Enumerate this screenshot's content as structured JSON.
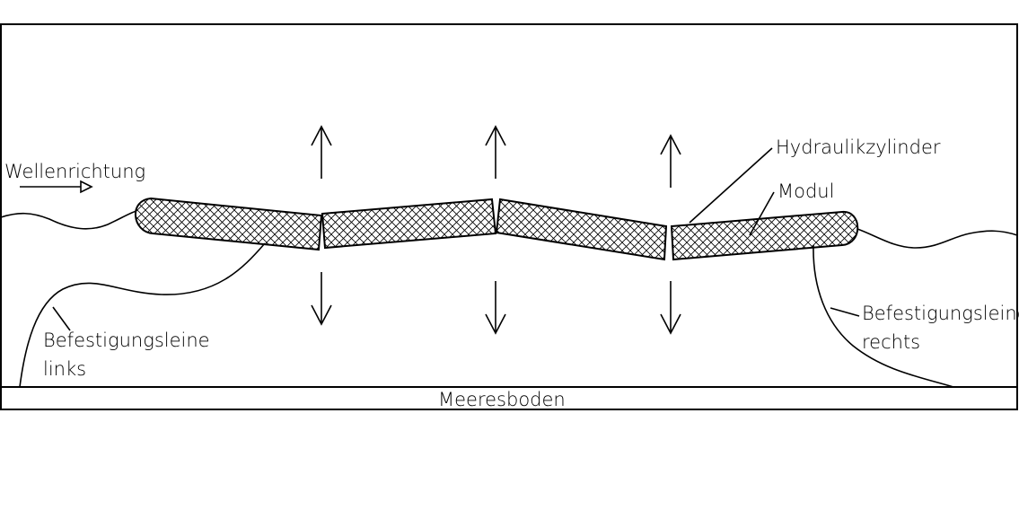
{
  "diagram": {
    "labels": {
      "wave_direction": "Wellenrichtung",
      "hydraulic_cylinder": "Hydraulikzylinder",
      "module": "Modul",
      "mooring_left_line1": "Befestigungsleine",
      "mooring_left_line2": "links",
      "mooring_right_line1": "Befestigungsleine",
      "mooring_right_line2": "rechts",
      "seabed": "Meeresboden"
    },
    "colors": {
      "line": "#000000",
      "background": "#ffffff"
    },
    "icons": [
      "arrow-up-icon",
      "arrow-down-icon",
      "arrow-right-icon"
    ]
  }
}
